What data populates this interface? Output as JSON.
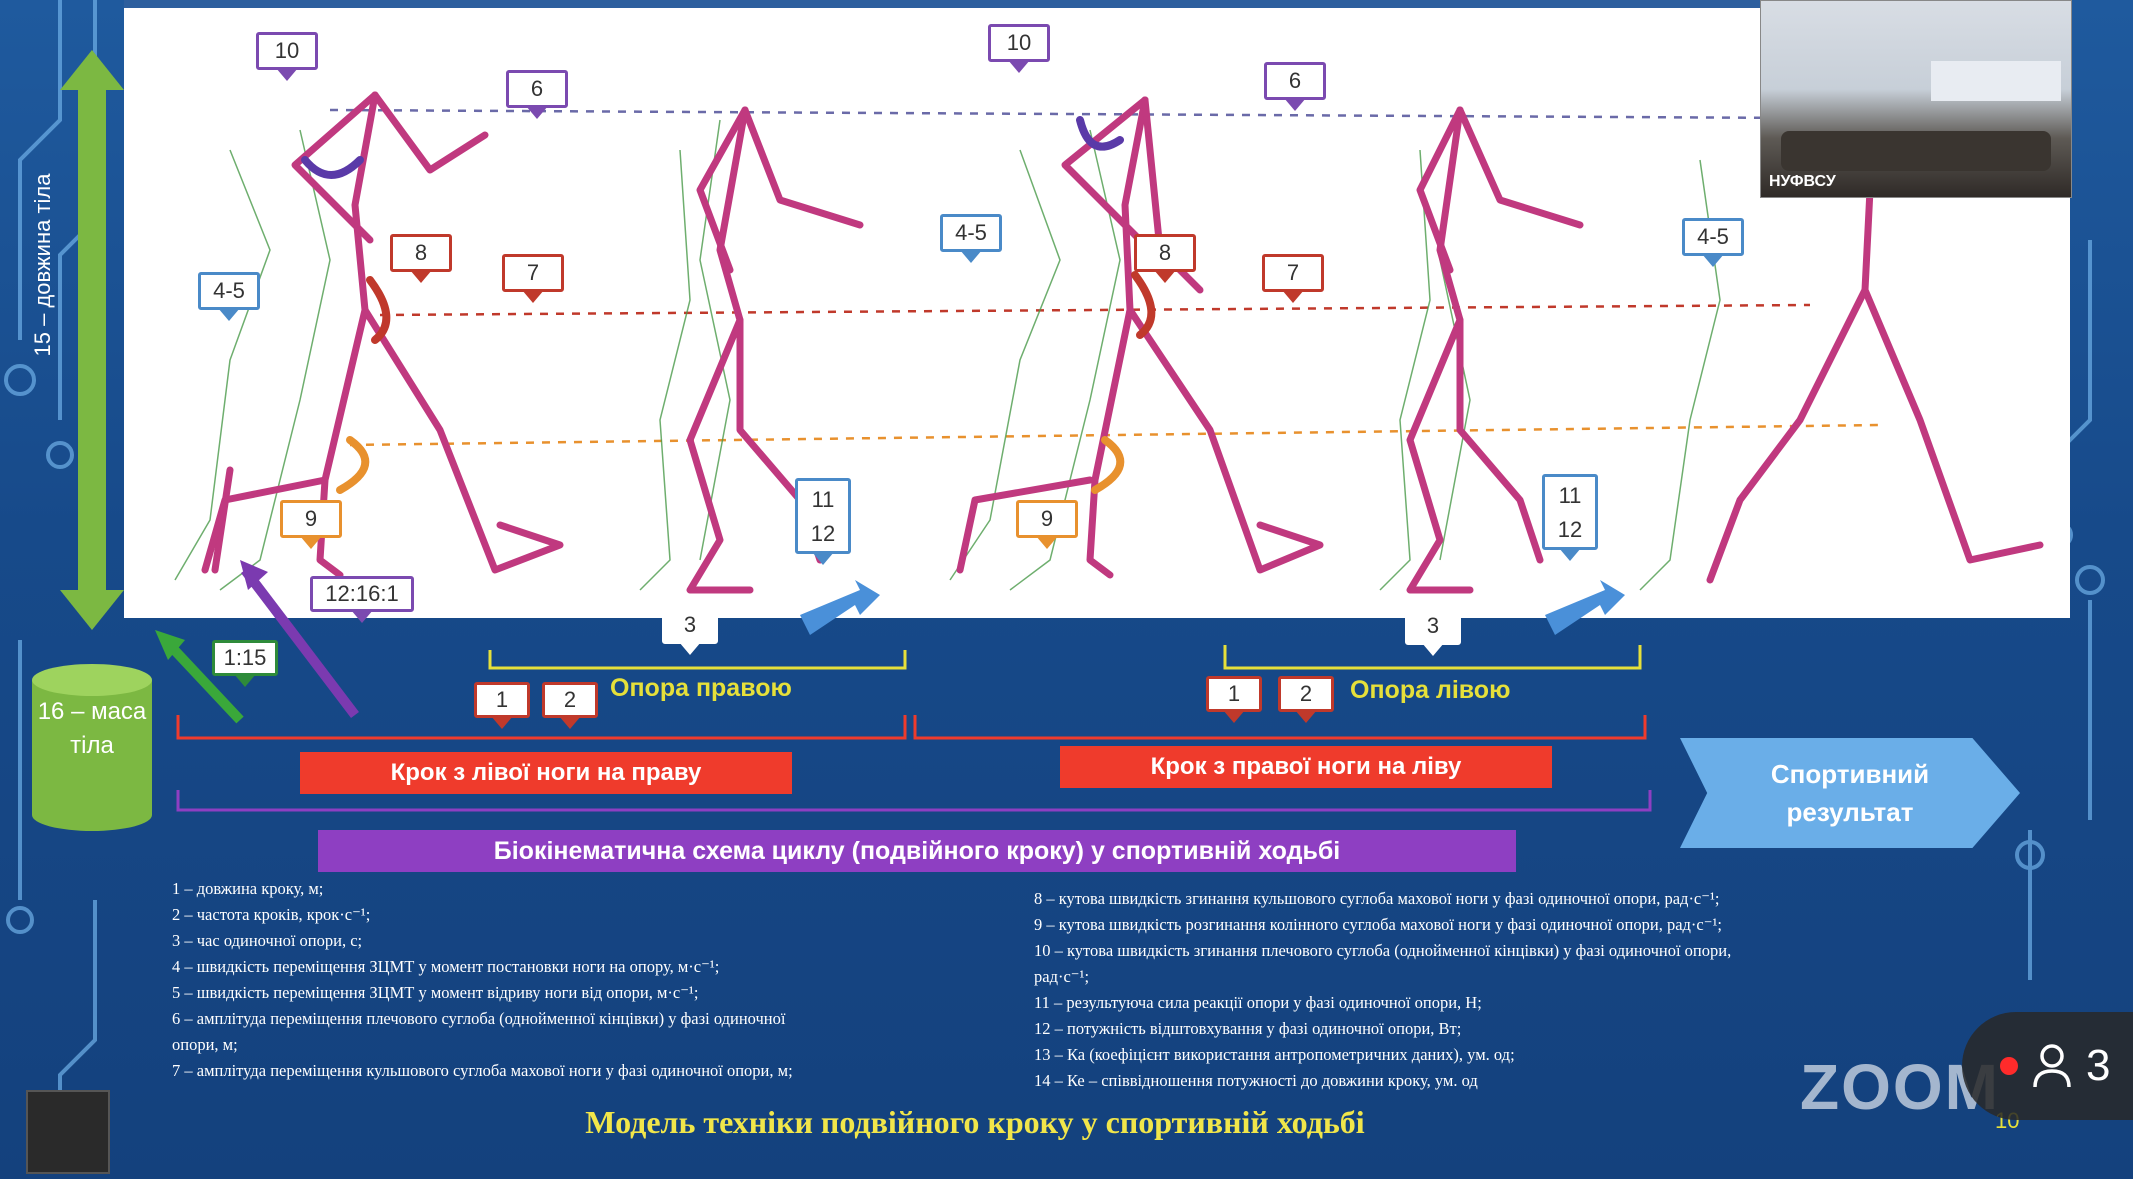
{
  "callouts": {
    "c10a": "10",
    "c10b": "10",
    "c6a": "6",
    "c6b": "6",
    "c45a": "4-5",
    "c45b": "4-5",
    "c45c": "4-5",
    "c8a": "8",
    "c8b": "8",
    "c7a": "7",
    "c7b": "7",
    "c9a": "9",
    "c9b": "9",
    "c1112a": "11\n12",
    "c1112b": "11\n12",
    "c3a": "3",
    "c3b": "3",
    "c1a": "1",
    "c2a": "2",
    "c1b": "1",
    "c2b": "2",
    "ratio_a": "12:16:1",
    "ratio_b": "1:15"
  },
  "support_right": "Опора правою",
  "support_left": "Опора лівою",
  "step_left_to_right": "Крок з лівої ноги на праву",
  "step_right_to_left": "Крок з правої ноги на ліву",
  "cycle_title": "Біокінематична схема циклу (подвійного кроку) у спортивній ходьбі",
  "result": "Спортивний результат",
  "body_length": "15 – довжина тіла",
  "body_mass": "16 – маса тіла",
  "legend_left": [
    "1 – довжина кроку, м;",
    "2 – частота кроків, крок·с⁻¹;",
    "3 – час одиночної опори, с;",
    "4 – швидкість переміщення ЗЦМТ у момент постановки ноги на опору, м·с⁻¹;",
    "5 – швидкість переміщення ЗЦМТ у момент відриву ноги від опори, м·с⁻¹;",
    "6 – амплітуда переміщення плечового суглоба (однойменної кінцівки) у фазі одиночної",
    "опори, м;",
    "7 – амплітуда переміщення кульшового суглоба махової ноги у фазі одиночної опори, м;"
  ],
  "legend_right": [
    "8 – кутова швидкість згинання кульшового суглоба махової ноги у фазі одиночної опори, рад·с⁻¹;",
    "9 – кутова швидкість розгинання колінного суглоба махової ноги у фазі одиночної опори, рад·с⁻¹;",
    "10 – кутова швидкість згинання плечового суглоба (однойменної кінцівки) у фазі одиночної опори,",
    "рад·с⁻¹;",
    "11 – результуюча сила реакції опори у фазі одиночної опори, Н;",
    "12 – потужність відштовхування у фазі одиночної опори, Вт;",
    "13 – Ка (коефіцієнт використання антропометричних даних), ум. од;",
    "14 – Ке – співвідношення потужності до довжини кроку, ум. од"
  ],
  "slide_title": "Модель техніки подвійного кроку у спортивній ходьбі",
  "video": {
    "name": "НУФВСУ"
  },
  "zoom_logo": "ZOOM",
  "page_number": "10",
  "participants_count": "3",
  "colors": {
    "figure": "#c0397f",
    "accent_red": "#ef3b2c",
    "accent_purple": "#8e3fc2",
    "accent_yellow": "#e6e03a"
  }
}
